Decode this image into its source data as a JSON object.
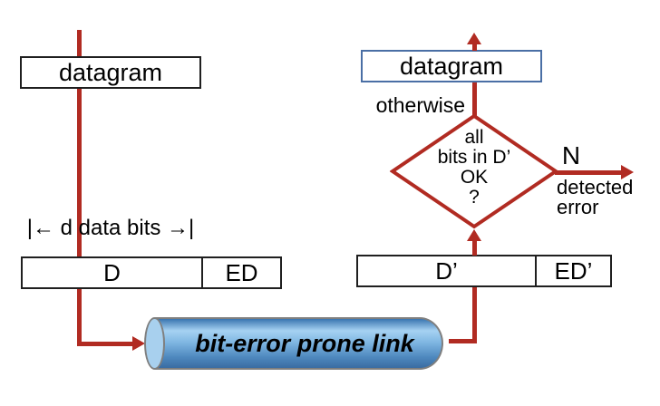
{
  "colors": {
    "arrow_red": "#b12b22",
    "box_border_black": "#1f1f1f",
    "datagram_right_border": "#4a6fa5",
    "cylinder_top": "#3a75b0",
    "cylinder_highlight": "#a6d2f2",
    "cylinder_mid": "#7fb6e2",
    "cylinder_low": "#4e88be",
    "cylinder_bottom": "#3a6ca2",
    "cylinder_cap": "#a8d0ee",
    "cylinder_outline": "#7f7f7f"
  },
  "left": {
    "datagram_label": "datagram",
    "d_bits_label": "|← d data bits →|",
    "frame": {
      "d": "D",
      "ed": "ED"
    }
  },
  "link": {
    "label": "bit-error prone link"
  },
  "right": {
    "datagram_label": "datagram",
    "otherwise_label": "otherwise",
    "decision": {
      "line1": "all",
      "line2": "bits in D’",
      "line3": "OK",
      "line4": "?"
    },
    "n_label": "N",
    "outcome_line1": "detected",
    "outcome_line2": "error",
    "frame": {
      "d": "D’",
      "ed": "ED’"
    }
  }
}
